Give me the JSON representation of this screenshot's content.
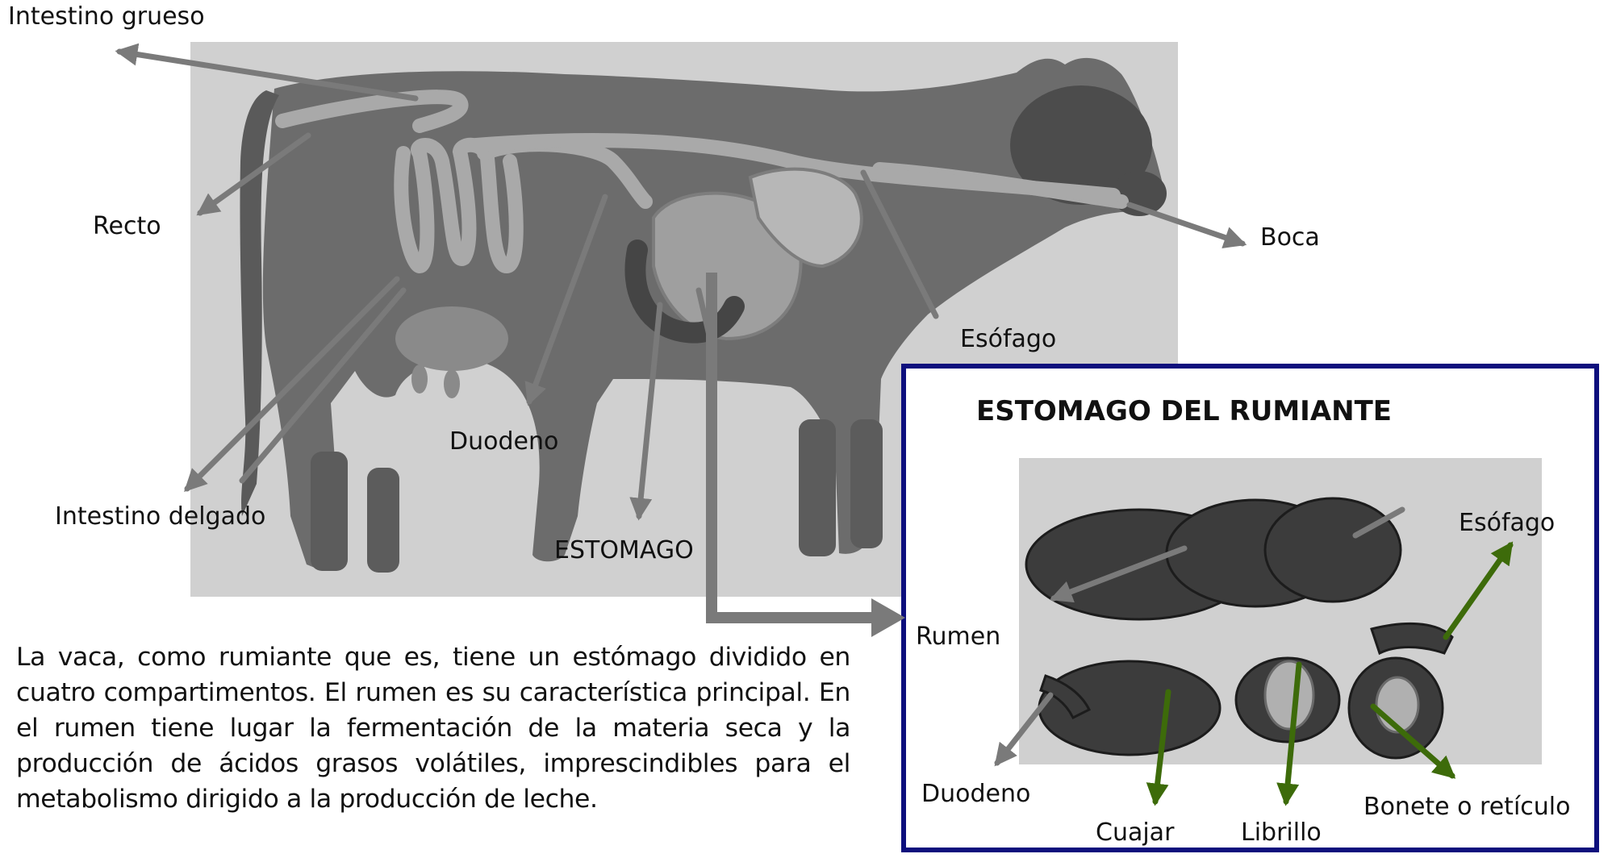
{
  "cow_diagram": {
    "labels": {
      "intestino_grueso": "Intestino grueso",
      "recto": "Recto",
      "intestino_delgado": "Intestino delgado",
      "duodeno": "Duodeno",
      "estomago": "ESTOMAGO",
      "esofago": "Esófago",
      "boca": "Boca"
    }
  },
  "stomach_inset": {
    "title": "ESTOMAGO DEL RUMIANTE",
    "labels": {
      "rumen": "Rumen",
      "esofago": "Esófago",
      "duodeno": "Duodeno",
      "cuajar": "Cuajar",
      "librillo": "Librillo",
      "bonete": "Bonete o retículo"
    }
  },
  "description": "La vaca, como rumiante que es, tiene un estómago dividido en cuatro compartimentos. El rumen es su característica principal. En el rumen tiene lugar la fermentación de la materia seca y la producción de ácidos grasos volátiles, imprescindibles para el metabolismo dirigido a la producción de leche.",
  "colors": {
    "gray_arrow": "#7a7a7a",
    "green_arrow": "#3d6b0a",
    "inset_border": "#0d0f7d",
    "panel_background": "#d0d0d0"
  }
}
